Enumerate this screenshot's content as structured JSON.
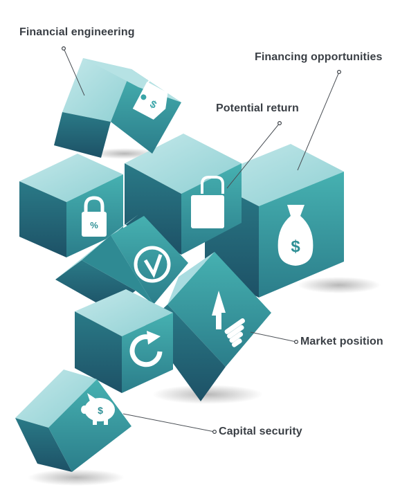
{
  "labels": {
    "financial_engineering": "Financial engineering",
    "financing_opportunities": "Financing opportunities",
    "potential_return": "Potential return",
    "market_position": "Market position",
    "capital_security": "Capital security"
  },
  "icon_text": {
    "tag_symbol": "$",
    "lock_symbol": "%",
    "bag_symbol": "$",
    "piggy_symbol": "$"
  },
  "colors": {
    "top_face": "#a9dce0",
    "front_face": "#2e8f95",
    "side_face": "#3aa5a8",
    "dark_face": "#1f5f73",
    "label_text": "#3a3f45",
    "leader_line": "#4a4f55",
    "icon": "#ffffff"
  }
}
